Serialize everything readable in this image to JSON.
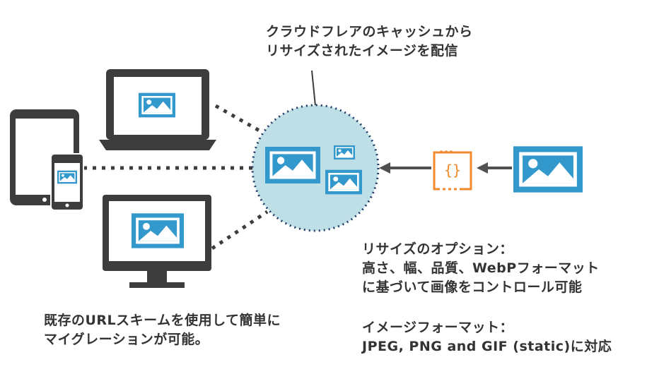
{
  "colors": {
    "device": "#3d3d3d",
    "image_blue": "#3399cc",
    "cache_circle": "#bfdfe6",
    "dots": "#1f3d66",
    "arrow": "#505050",
    "worker_orange": "#f08a2c"
  },
  "labels": {
    "cache_line1": "クラウドフレアのキャッシュから",
    "cache_line2": "リサイズされたイメージを配信",
    "resize_title": "リサイズのオプション：",
    "resize_line1": "高さ、幅、品質、WebPフォーマット",
    "resize_line2": "に基づいて画像をコントロール可能",
    "format_title": "イメージフォーマット：",
    "format_line1": "JPEG, PNG and GIF (static)に対応",
    "url_line1": "既存のURLスキームを使用して簡単に",
    "url_line2": "マイグレーションが可能。"
  },
  "icons": {
    "laptop": "laptop-icon",
    "tablet": "tablet-icon",
    "phone": "phone-icon",
    "monitor": "monitor-icon",
    "cache": "cache-circle",
    "worker": "worker-code-icon",
    "source": "source-image-icon"
  }
}
